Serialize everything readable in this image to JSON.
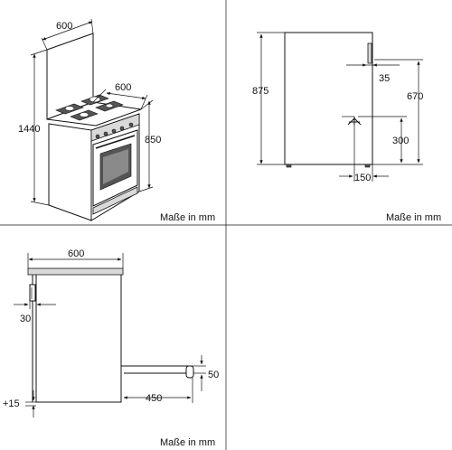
{
  "panels": {
    "front_view": {
      "width_top": "600",
      "depth_top": "600",
      "total_height": "1440",
      "body_height": "850",
      "caption": "Maße in mm"
    },
    "side_view": {
      "height": "875",
      "connection_height": "670",
      "connection_inset": "35",
      "gas_height": "300",
      "foot_inset": "150",
      "caption": "Maße in mm"
    },
    "installation_view": {
      "width": "600",
      "offset_top": "30",
      "door_depth": "450",
      "door_height": "50",
      "base_offset": "+15",
      "caption": "Maße in mm"
    }
  }
}
